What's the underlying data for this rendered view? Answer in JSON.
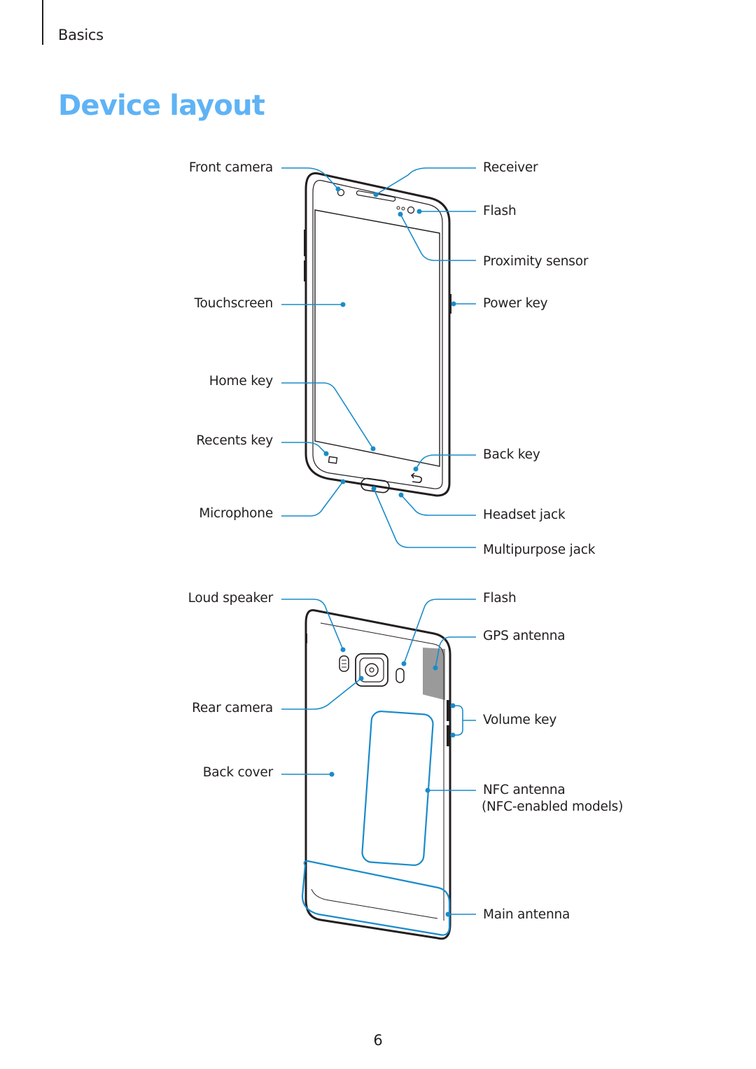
{
  "header": {
    "section": "Basics"
  },
  "title": "Device layout",
  "front_view": {
    "callouts_left": [
      "Front camera",
      "Touchscreen",
      "Home key",
      "Recents key",
      "Microphone"
    ],
    "callouts_right": [
      "Receiver",
      "Flash",
      "Proximity sensor",
      "Power key",
      "Back key",
      "Headset jack",
      "Multipurpose jack"
    ]
  },
  "back_view": {
    "callouts_left": [
      "Loud speaker",
      "Rear camera",
      "Back cover"
    ],
    "callouts_right": [
      "Flash",
      "GPS antenna",
      "Volume key",
      "NFC antenna",
      "(NFC-enabled models)",
      "Main antenna"
    ]
  },
  "footer": {
    "page_number": "6"
  },
  "colors": {
    "title": "#5fb3f5",
    "callout_line": "#1a8bc9",
    "outline": "#231f20",
    "antenna_shade": "#9a9a9a"
  }
}
